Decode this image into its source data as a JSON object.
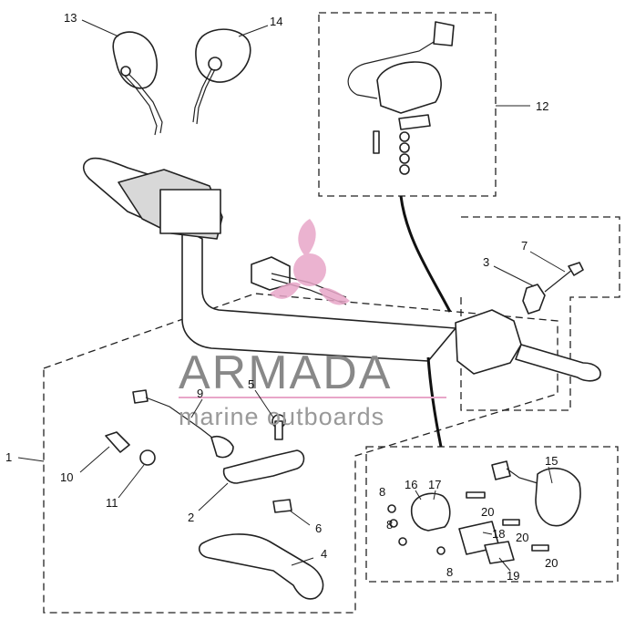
{
  "watermark": {
    "title": "ARMADA",
    "subtitle": "marine outboards",
    "logo_color": "#e8a6c8",
    "text_color": "#8a8a8a"
  },
  "callouts": [
    {
      "id": "1",
      "text": "1"
    },
    {
      "id": "2",
      "text": "2"
    },
    {
      "id": "3",
      "text": "3"
    },
    {
      "id": "4",
      "text": "4"
    },
    {
      "id": "5",
      "text": "5"
    },
    {
      "id": "6",
      "text": "6"
    },
    {
      "id": "7",
      "text": "7"
    },
    {
      "id": "8a",
      "text": "8"
    },
    {
      "id": "8b",
      "text": "8"
    },
    {
      "id": "8c",
      "text": "8"
    },
    {
      "id": "9",
      "text": "9"
    },
    {
      "id": "10",
      "text": "10"
    },
    {
      "id": "11",
      "text": "11"
    },
    {
      "id": "12",
      "text": "12"
    },
    {
      "id": "13",
      "text": "13"
    },
    {
      "id": "14",
      "text": "14"
    },
    {
      "id": "15",
      "text": "15"
    },
    {
      "id": "16",
      "text": "16"
    },
    {
      "id": "17",
      "text": "17"
    },
    {
      "id": "18",
      "text": "18"
    },
    {
      "id": "19",
      "text": "19"
    },
    {
      "id": "20a",
      "text": "20"
    },
    {
      "id": "20b",
      "text": "20"
    },
    {
      "id": "20c",
      "text": "20"
    }
  ]
}
